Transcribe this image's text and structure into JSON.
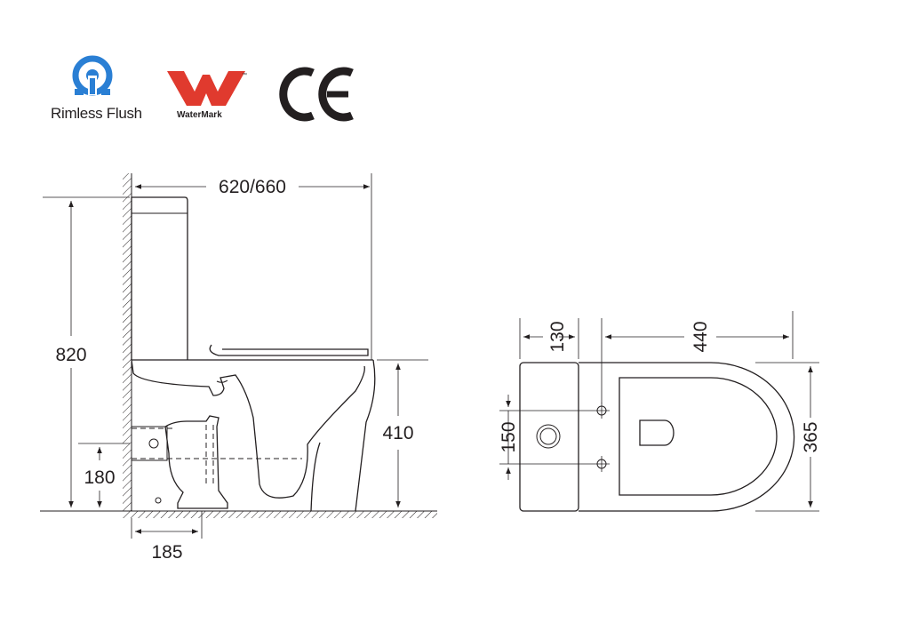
{
  "logos": {
    "rimless": {
      "label": "Rimless Flush",
      "icon": "rimless-flush-icon",
      "color": "#2a7fd4"
    },
    "watermark": {
      "label": "WaterMark",
      "icon": "watermark-w-icon",
      "color": "#e03a2e",
      "tm": "™"
    },
    "ce": {
      "icon": "ce-mark-icon",
      "text": "CE"
    }
  },
  "side_view": {
    "dimensions": {
      "overall_length": "620/660",
      "overall_height": "820",
      "seat_height": "410",
      "outlet_height": "180",
      "outlet_setout": "185"
    }
  },
  "top_view": {
    "dimensions": {
      "cistern_depth": "130",
      "bowl_length": "440",
      "inlet_spacing": "150",
      "width": "365"
    }
  },
  "colors": {
    "line": "#231f20"
  }
}
